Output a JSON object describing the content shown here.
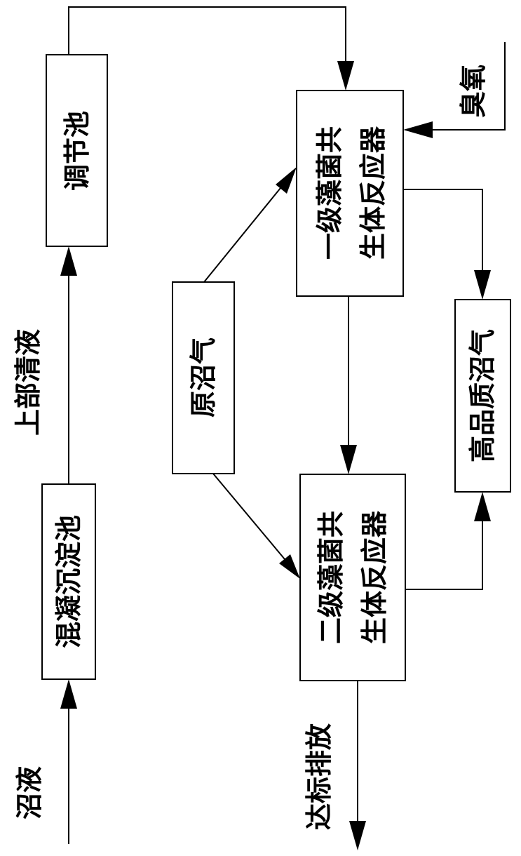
{
  "nodes": {
    "coagulation_tank": "混凝沉淀池",
    "regulating_tank": "调节池",
    "raw_biogas": "原沼气",
    "reactor1_line1": "一级藻菌共",
    "reactor1_line2": "生体反应器",
    "reactor2_line1": "二级藻菌共",
    "reactor2_line2": "生体反应器",
    "high_quality_biogas": "高品质沼气"
  },
  "labels": {
    "biogas_slurry": "沼液",
    "supernatant": "上部清液",
    "ozone": "臭氧",
    "discharge": "达标排放"
  }
}
